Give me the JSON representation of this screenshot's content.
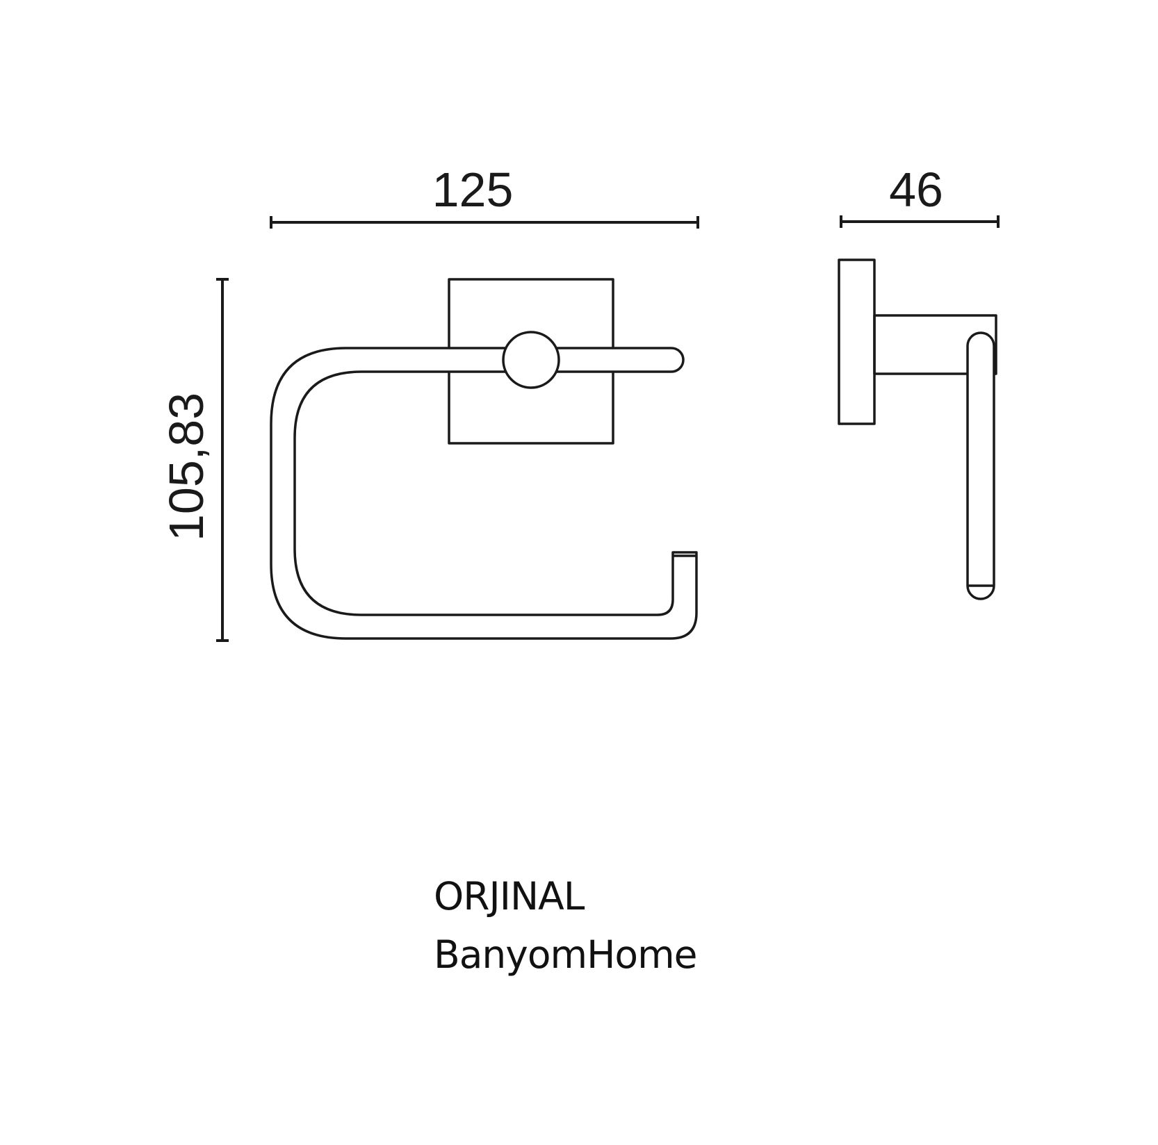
{
  "dimensions": {
    "width": "125",
    "depth": "46",
    "height": "105,83"
  },
  "caption": {
    "line1": "ORJINAL",
    "line2": "BanyomHome"
  },
  "colors": {
    "line": "#1a1a1a",
    "background": "#ffffff"
  }
}
